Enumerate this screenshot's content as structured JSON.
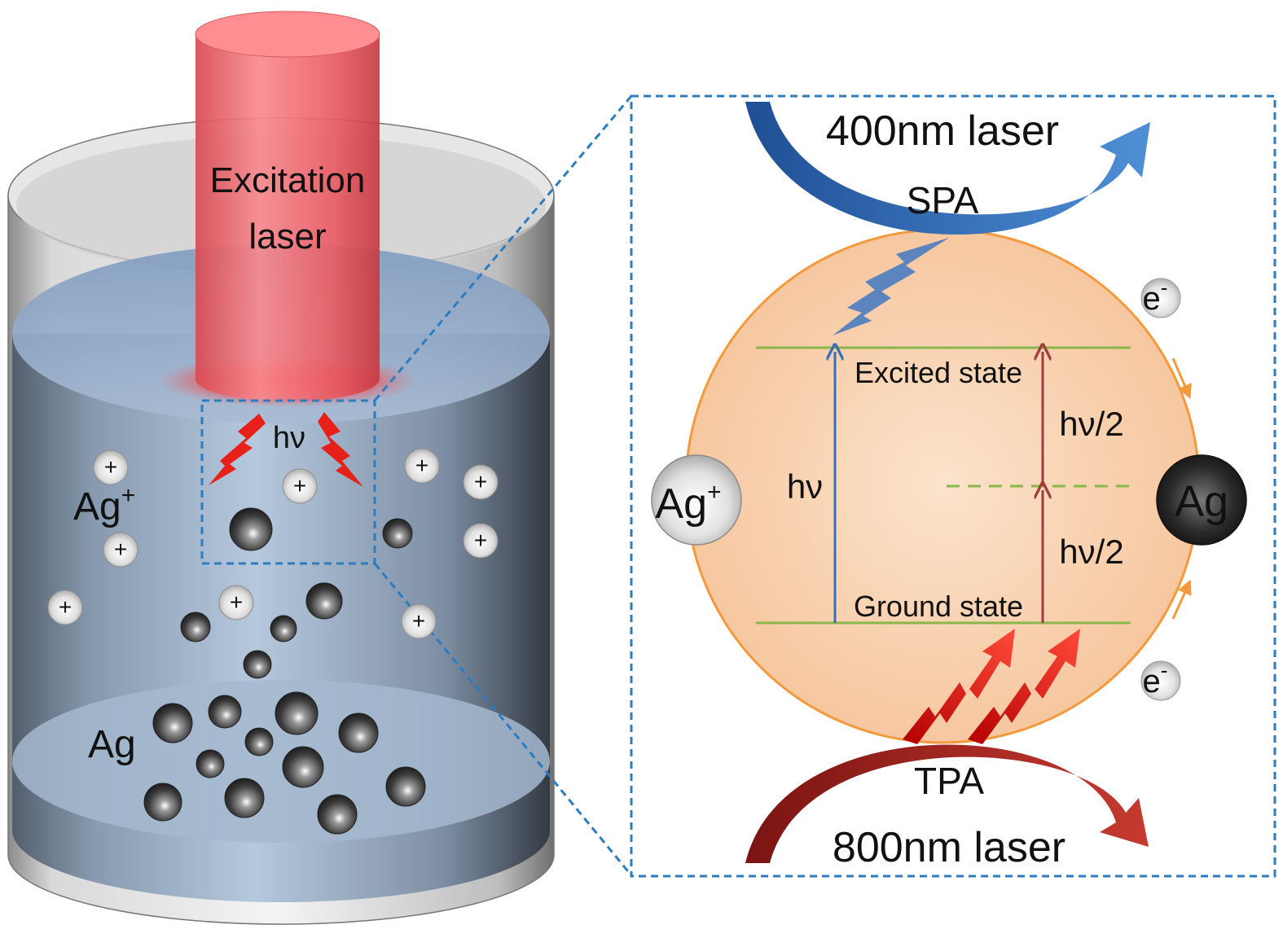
{
  "left_panel": {
    "laser_label_line1": "Excitation",
    "laser_label_line2": "laser",
    "photon_label": "hν",
    "ion_label": "Ag",
    "ion_superscript": "+",
    "particle_label": "Ag",
    "ion_symbol": "+"
  },
  "right_panel": {
    "top_laser_label": "400nm laser",
    "top_process_label": "SPA",
    "bottom_laser_label": "800nm laser",
    "bottom_process_label": "TPA",
    "excited_state_label": "Excited state",
    "ground_state_label": "Ground state",
    "single_photon_label": "hν",
    "half_photon_label_upper": "hν/2",
    "half_photon_label_lower": "hν/2",
    "ion_label": "Ag",
    "ion_superscript": "+",
    "product_label": "Ag",
    "electron_label_top": "e",
    "electron_label_bottom": "e",
    "electron_superscript": "-"
  },
  "colors": {
    "laser_red": "#e8343a",
    "liquid_blue": "#8fa9c7",
    "spa_blue": "#2f6db5",
    "tpa_red": "#a8201e",
    "circle_fill": "#f8cfa9",
    "circle_stroke": "#f39a3c",
    "level_green": "#8ab64a",
    "dashed_border": "#2d7cc0"
  }
}
